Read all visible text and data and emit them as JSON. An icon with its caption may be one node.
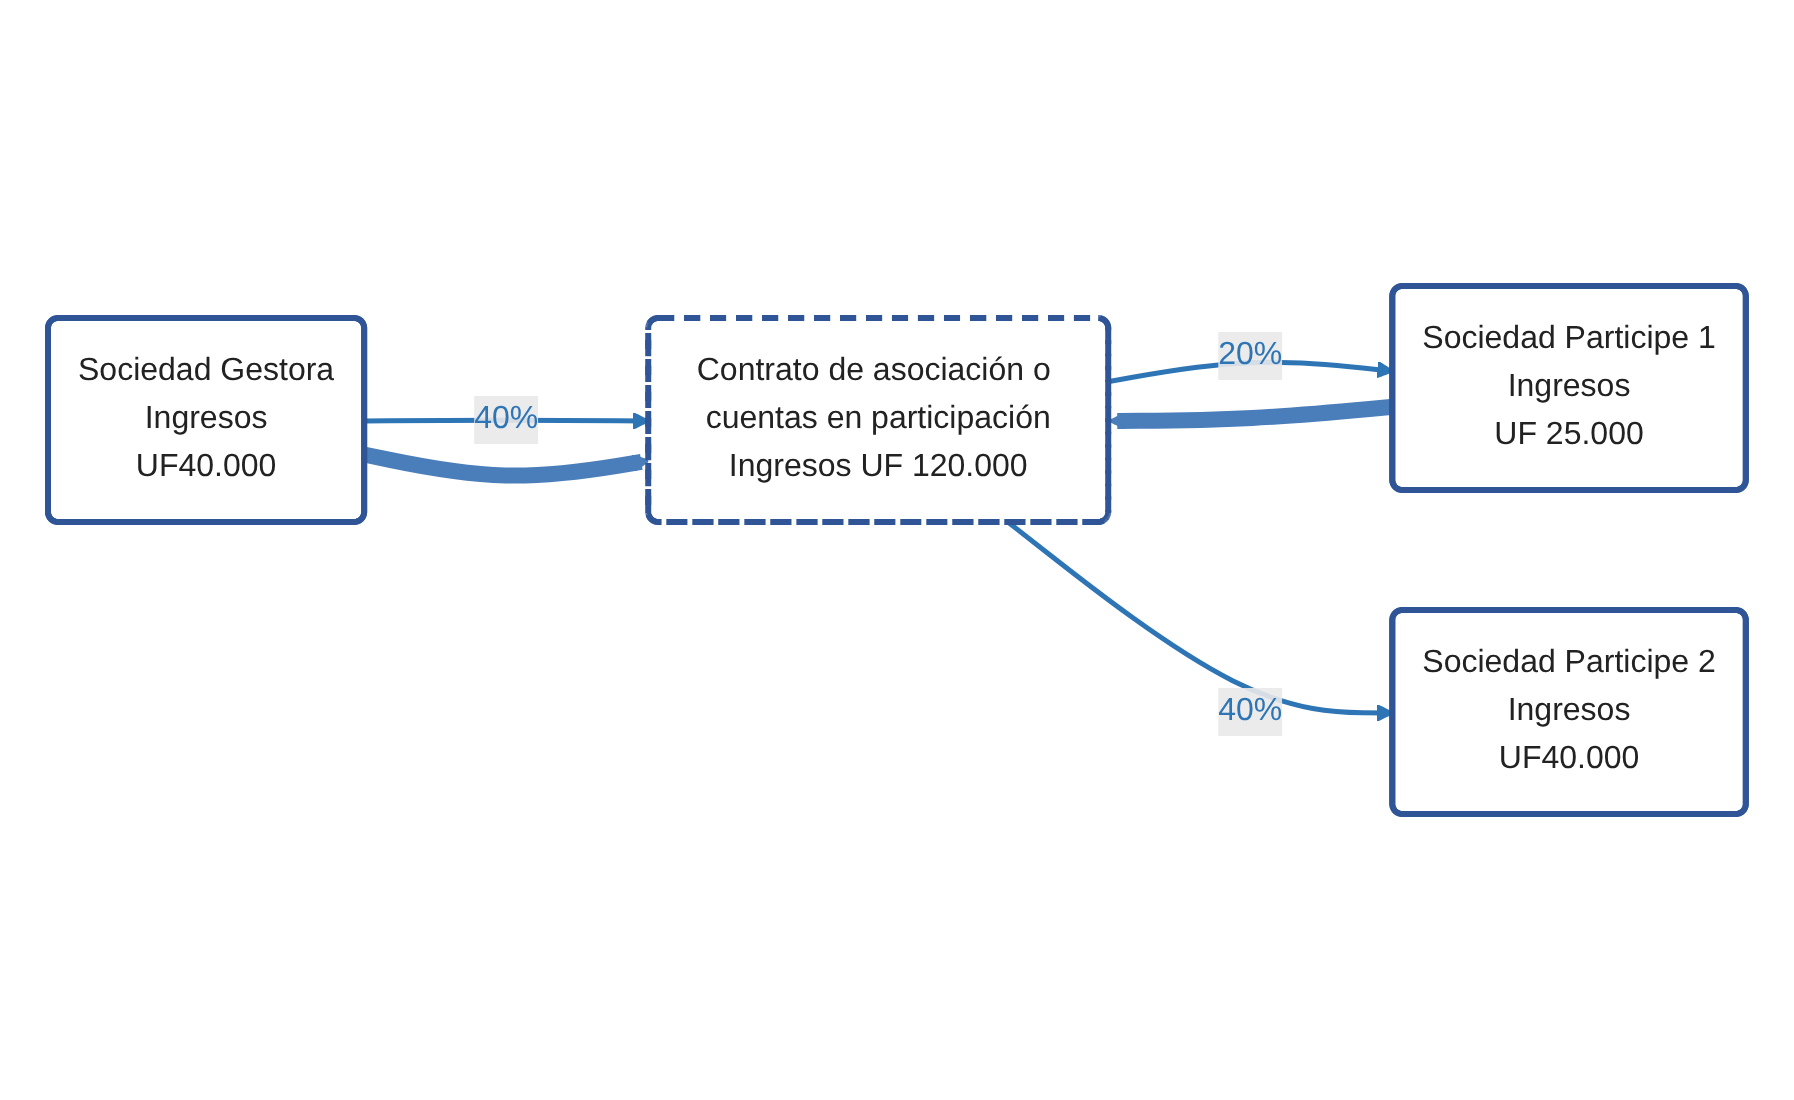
{
  "diagram": {
    "nodes": [
      {
        "text": [
          "Sociedad Gestora",
          "Ingresos",
          "UF40.000"
        ]
      },
      {
        "text": [
          "Contrato de asociación o cuentas en participación",
          "Ingresos UF 120.000"
        ]
      },
      {
        "text": [
          "Sociedad Participe 1",
          "Ingresos",
          "UF 25.000"
        ]
      },
      {
        "text": [
          "Sociedad Participe 2",
          "Ingresos",
          "UF40.000"
        ]
      }
    ],
    "edges": [
      {
        "from": 0,
        "to": 1,
        "arrow": "to",
        "label": "40%"
      },
      {
        "from": 1,
        "to": 2,
        "arrow": "to",
        "label": "20%"
      },
      {
        "from": 1,
        "to": 3,
        "arrow": "to",
        "label": "40%"
      },
      {
        "from": 0,
        "to": 1,
        "arrow": "to",
        "style": "thick",
        "color": "#4a7ebb"
      },
      {
        "from": 2,
        "to": 1,
        "arrow": "to",
        "style": "thick",
        "color": "#4a7ebb"
      }
    ]
  }
}
